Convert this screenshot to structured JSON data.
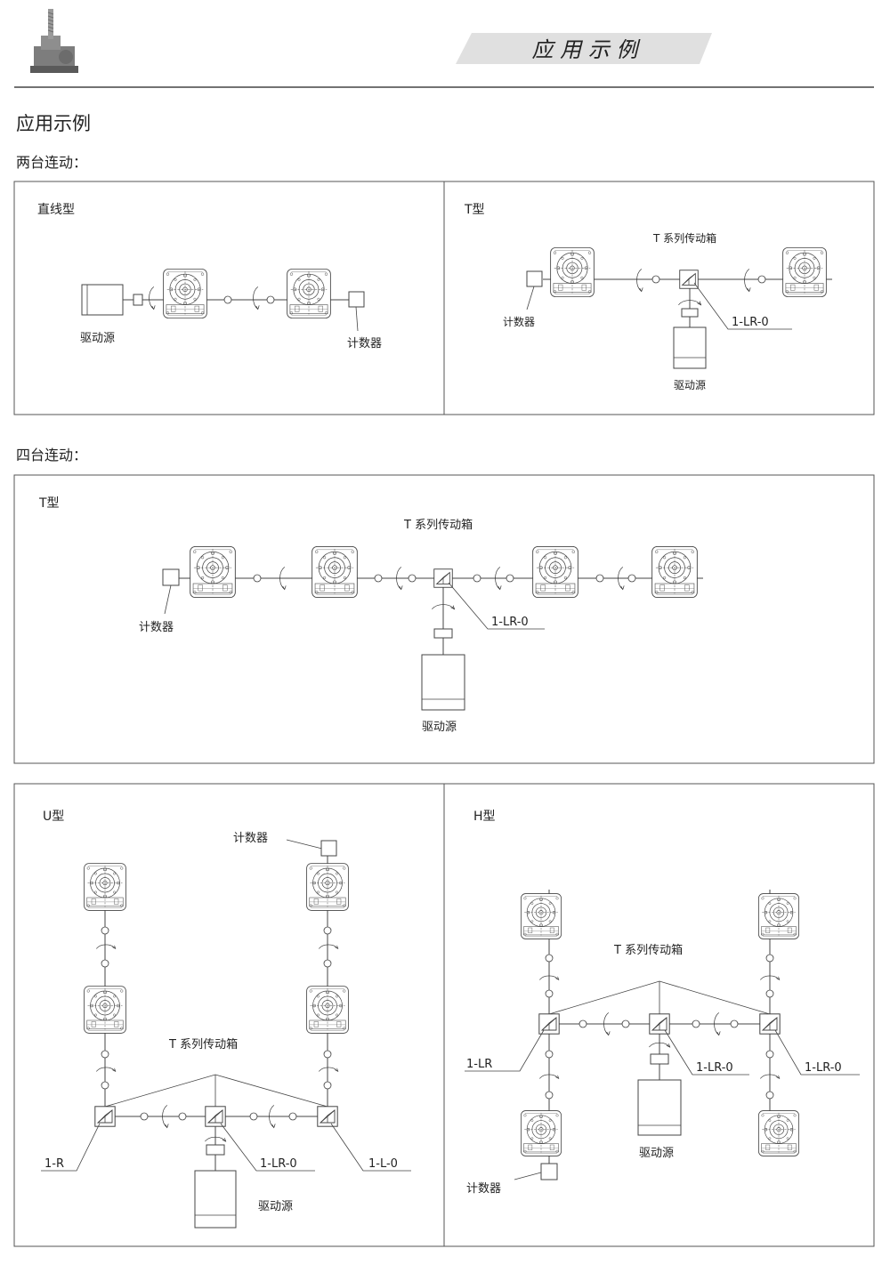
{
  "header": {
    "tab_title": "应 用 示 例"
  },
  "page_title": "应用示例",
  "sections": {
    "two_unit": {
      "heading": "两台连动：",
      "inline": {
        "title": "直线型",
        "drive_label": "驱动源",
        "counter_label": "计数器"
      },
      "t_type": {
        "title": "T型",
        "gearbox_label": "T 系列传动箱",
        "counter_label": "计数器",
        "code_label": "1-LR-0",
        "drive_label": "驱动源"
      }
    },
    "four_unit": {
      "heading": "四台连动：",
      "t_type": {
        "title": "T型",
        "gearbox_label": "T 系列传动箱",
        "counter_label": "计数器",
        "code_label": "1-LR-0",
        "drive_label": "驱动源"
      },
      "u_type": {
        "title": "U型",
        "counter_label": "计数器",
        "gearbox_label": "T 系列传动箱",
        "code_left": "1-R",
        "code_center": "1-LR-0",
        "code_right": "1-L-0",
        "drive_label": "驱动源"
      },
      "h_type": {
        "title": "H型",
        "gearbox_label": "T 系列传动箱",
        "code_left": "1-LR",
        "code_center": "1-LR-0",
        "code_right": "1-LR-0",
        "drive_label": "驱动源",
        "counter_label": "计数器"
      }
    }
  }
}
